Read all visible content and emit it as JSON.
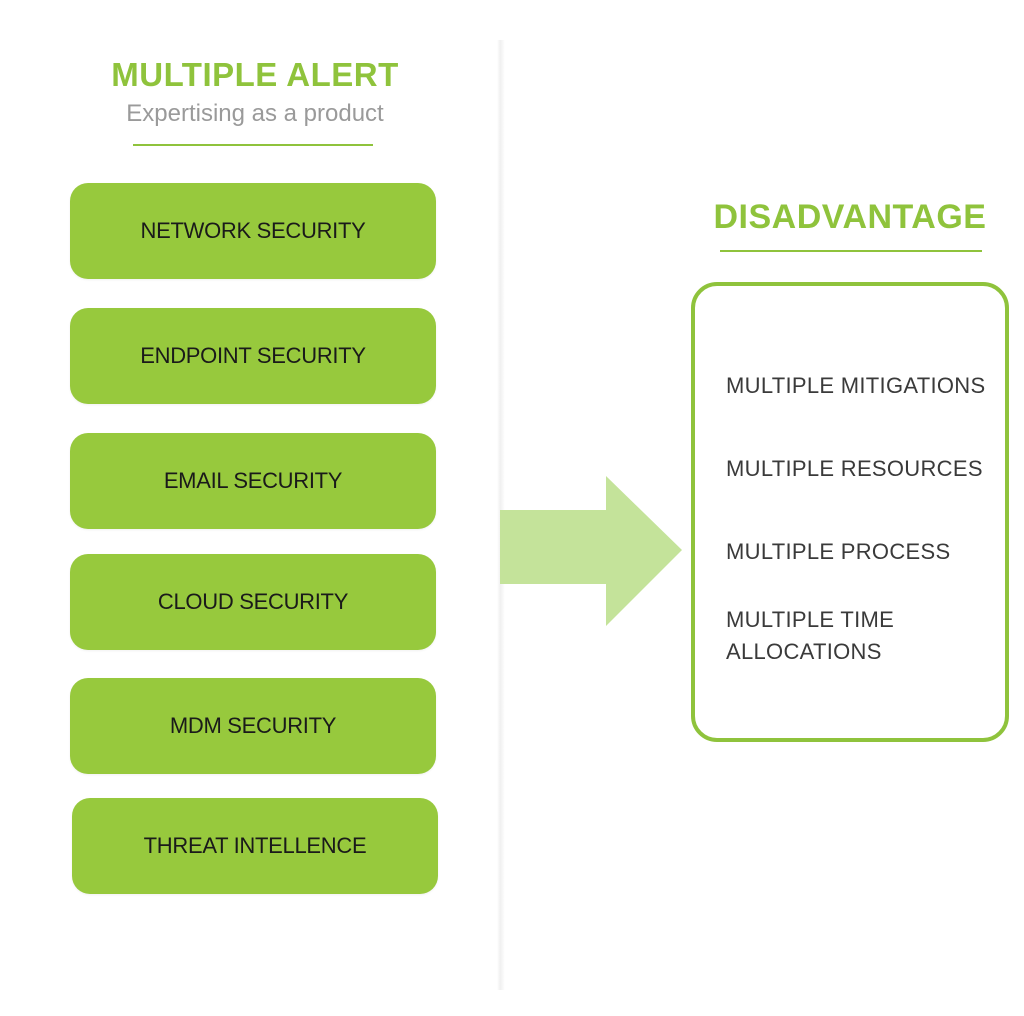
{
  "colors": {
    "accent": "#8fc33c",
    "button_fill": "#97c93d",
    "arrow_fill": "#c4e39a",
    "subtitle_gray": "#9a9a9a"
  },
  "left": {
    "title": "MULTIPLE ALERT",
    "subtitle": "Expertising as a product",
    "items": [
      "NETWORK SECURITY",
      "ENDPOINT SECURITY",
      "EMAIL SECURITY",
      "CLOUD SECURITY",
      "MDM SECURITY",
      "THREAT INTELLENCE"
    ]
  },
  "right": {
    "title": "DISADVANTAGE",
    "items": [
      "MULTIPLE MITIGATIONS",
      "MULTIPLE RESOURCES",
      "MULTIPLE PROCESS",
      "MULTIPLE TIME ALLOCATIONS"
    ]
  }
}
